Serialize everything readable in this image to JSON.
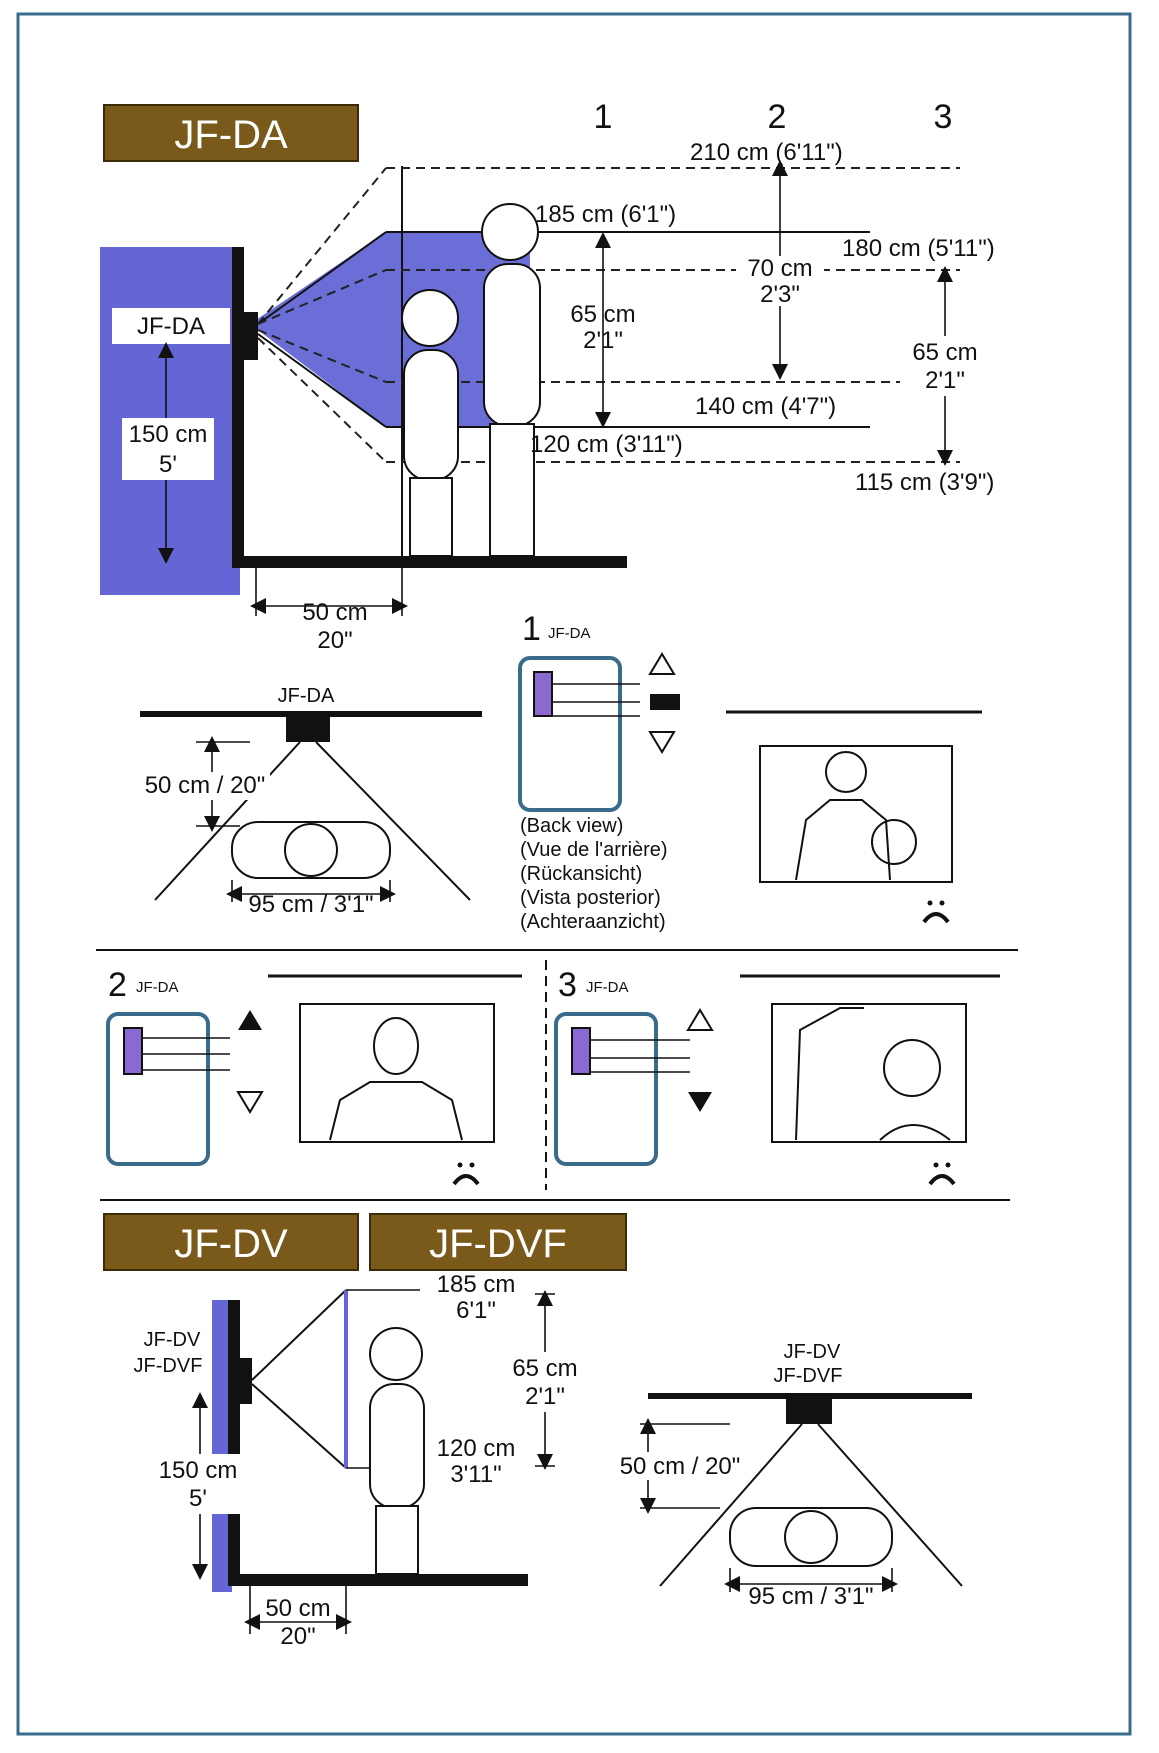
{
  "colors": {
    "badge": "#7a5a1a",
    "wall_fill": "#6466d6",
    "arrow": "#111111"
  },
  "icons": [
    "up-arrow-icon",
    "down-arrow-icon",
    "face-icon"
  ],
  "top_section": {
    "badge": "JF-DA",
    "columns": [
      "1",
      "2",
      "3"
    ],
    "unit_label": "JF-DA",
    "mount_height": {
      "cm": "150 cm",
      "ft": "5'"
    },
    "distance": {
      "cm": "50 cm",
      "in": "20\""
    },
    "heights": {
      "h210": "210 cm (6'11\")",
      "h185": "185 cm (6'1\")",
      "h180": "180 cm (5'11\")",
      "range70": {
        "cm": "70 cm",
        "ft": "2'3\""
      },
      "range65a": {
        "cm": "65 cm",
        "ft": "2'1\""
      },
      "range65b": {
        "cm": "65 cm",
        "ft": "2'1\""
      },
      "h140": "140 cm (4'7\")",
      "h120": "120 cm (3'11\")",
      "h115": "115 cm (3'9\")"
    }
  },
  "top_view": {
    "unit_label": "JF-DA",
    "distance": "50 cm / 20\"",
    "width": "95 cm / 3'1\""
  },
  "setting_1": {
    "number": "1",
    "model": "JF-DA",
    "back_view": [
      "(Back view)",
      "(Vue de l'arrière)",
      "(Rückansicht)",
      "(Vista posterior)",
      "(Achteraanzicht)"
    ]
  },
  "setting_2": {
    "number": "2",
    "model": "JF-DA"
  },
  "setting_3": {
    "number": "3",
    "model": "JF-DA"
  },
  "bottom_section": {
    "badge_1": "JF-DV",
    "badge_2": "JF-DVF",
    "unit_label_1": "JF-DV",
    "unit_label_2": "JF-DVF",
    "mount_height": {
      "cm": "150 cm",
      "ft": "5'"
    },
    "h185": {
      "cm": "185 cm",
      "ft": "6'1\""
    },
    "range65": {
      "cm": "65 cm",
      "ft": "2'1\""
    },
    "h120": {
      "cm": "120 cm",
      "ft": "3'11\""
    },
    "distance": {
      "cm": "50 cm",
      "in": "20\""
    },
    "top_view_labels": [
      "JF-DV",
      "JF-DVF"
    ],
    "top_view_distance": "50 cm / 20\"",
    "top_view_width": "95 cm / 3'1\""
  }
}
